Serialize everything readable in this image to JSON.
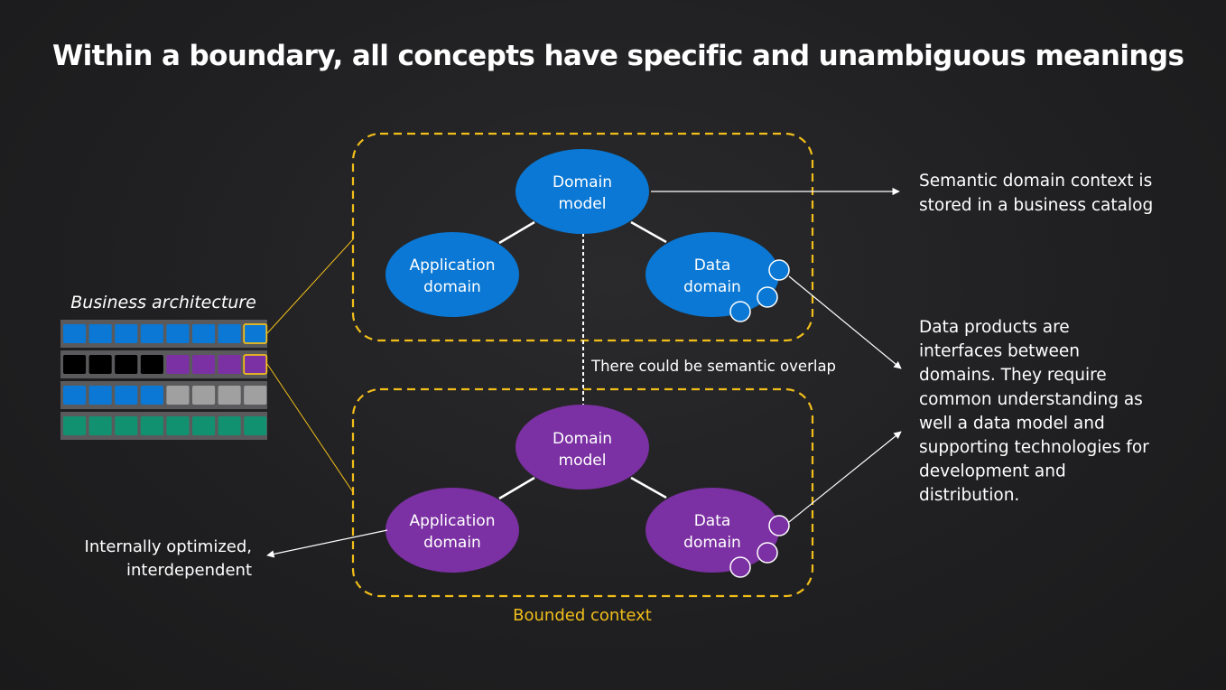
{
  "title": "Within a boundary, all concepts have specific and unambiguous meanings",
  "colors": {
    "blue": "#0a78d4",
    "purple": "#7b30a3",
    "boundary": "#f2be1a",
    "arrow": "#ffffff",
    "text": "#ffffff",
    "grey_cell": "#a0a0a0",
    "black_cell": "#000000",
    "green_cell": "#129170"
  },
  "top_context": {
    "domain_model": [
      "Domain",
      "model"
    ],
    "application_domain": [
      "Application",
      "domain"
    ],
    "data_domain": [
      "Data",
      "domain"
    ]
  },
  "bottom_context": {
    "domain_model": [
      "Domain",
      "model"
    ],
    "application_domain": [
      "Application",
      "domain"
    ],
    "data_domain": [
      "Data",
      "domain"
    ]
  },
  "overlap_label": "There could be semantic overlap",
  "bounded_context_label": "Bounded context",
  "business_architecture_label": "Business architecture",
  "internal_label": [
    "Internally optimized,",
    "interdependent"
  ],
  "catalog_note": [
    "Semantic domain context is",
    "stored in a business catalog"
  ],
  "data_products_note": [
    "Data products are",
    "interfaces between",
    "domains. They require",
    "common understanding as",
    "well a data model and",
    "supporting technologies for",
    "development and",
    "distribution."
  ],
  "architecture_rows": [
    [
      "blue",
      "blue",
      "blue",
      "blue",
      "blue",
      "blue",
      "blue",
      "highlight-blue"
    ],
    [
      "black",
      "black",
      "black",
      "black",
      "purple",
      "purple",
      "purple",
      "highlight-purple"
    ],
    [
      "blue",
      "blue",
      "blue",
      "blue",
      "grey",
      "grey",
      "grey",
      "grey"
    ],
    [
      "green",
      "green",
      "green",
      "green",
      "green",
      "green",
      "green",
      "green"
    ]
  ]
}
